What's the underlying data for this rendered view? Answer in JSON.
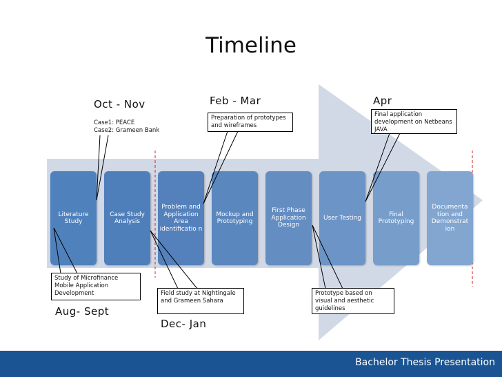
{
  "title": "Timeline",
  "periods": {
    "oct_nov": "Oct - Nov",
    "feb_mar": "Feb - Mar",
    "apr": "Apr",
    "aug_sept": "Aug- Sept",
    "dec_jan": "Dec- Jan"
  },
  "notes": {
    "case1": "Case1: PEACE",
    "case2": "Case2: Grameen Bank"
  },
  "callouts": {
    "prototypes": "Preparation of prototypes and wireframes",
    "final_app": "Final application development on Netbeans JAVA",
    "microfinance": "Study of Microfinance Mobile Application Development",
    "field_study": "Field study at Nightingale and Grameen Sahara",
    "prototype_based": "Prototype based on visual and aesthetic guidelines"
  },
  "steps": [
    "Literature Study",
    "Case Study Analysis",
    "Problem and Application Area identificatio n",
    "Mockup and Prototyping",
    "First Phase Application Design",
    "User Testing",
    "Final Prototyping",
    "Documenta tion and Demonstrat ion"
  ],
  "step_colors": [
    "#4f81bd",
    "#4f7fba",
    "#5481bc",
    "#5b87bf",
    "#648dc2",
    "#6c94c6",
    "#779dcb",
    "#82a6d0"
  ],
  "arrow_color": "#d2d9e6",
  "footer": "Bachelor Thesis Presentation"
}
